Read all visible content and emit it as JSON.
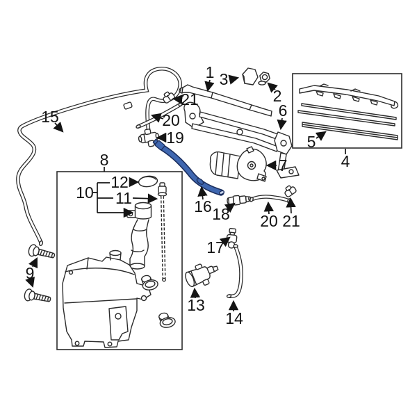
{
  "diagram": {
    "type": "exploded-parts-diagram",
    "subject": "Windshield wiper and washer system",
    "background_color": "#ffffff",
    "line_color": "#2b2b2b",
    "label_color": "#141414",
    "highlight_color": "#3f67b0",
    "highlight_outline_color": "#1c2f5e",
    "highlighted_callout": "16",
    "callouts": {
      "wiper_arm": "1",
      "arm_nut": "2",
      "arm_cap": "3",
      "blade_assembly_box": "4",
      "blade_insert": "5",
      "linkage": "6",
      "wiper_motor": "7",
      "reservoir_box": "8",
      "bolt": "9",
      "filler_neck": "10",
      "level_gauge": "11",
      "reservoir_cap": "12",
      "washer_pump": "13",
      "pump_hose": "14",
      "washer_hose": "15",
      "highlighted_hose": "16",
      "check_valve": "17",
      "hose_joint": "18",
      "tee_joint": "19",
      "short_hose": "20",
      "hose_clamp": "21"
    }
  }
}
